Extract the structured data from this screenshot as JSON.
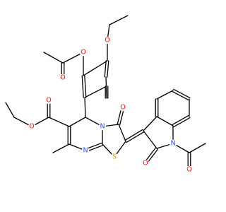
{
  "molecule": {
    "atom_colors": {
      "O": "#ff0d0d",
      "N": "#3050f8",
      "S": "#c6a800"
    },
    "atom_labels": [
      {
        "id": "o-ester-link",
        "text": "O",
        "element": "O"
      },
      {
        "id": "o-acetyl-top",
        "text": "O",
        "element": "O"
      },
      {
        "id": "o-ethoxy",
        "text": "O",
        "element": "O"
      },
      {
        "id": "o-ester-carbonyl",
        "text": "O",
        "element": "O"
      },
      {
        "id": "o-ester-ethyl",
        "text": "O",
        "element": "O"
      },
      {
        "id": "o-thiazolone",
        "text": "O",
        "element": "O"
      },
      {
        "id": "n-ring-fusion",
        "text": "N",
        "element": "N"
      },
      {
        "id": "n-pyrimidine",
        "text": "N",
        "element": "N"
      },
      {
        "id": "s-thiazole",
        "text": "S",
        "element": "S"
      },
      {
        "id": "n-indolinone",
        "text": "N",
        "element": "N"
      },
      {
        "id": "o-indolinone",
        "text": "O",
        "element": "O"
      },
      {
        "id": "o-n-acetyl",
        "text": "O",
        "element": "O"
      }
    ]
  }
}
